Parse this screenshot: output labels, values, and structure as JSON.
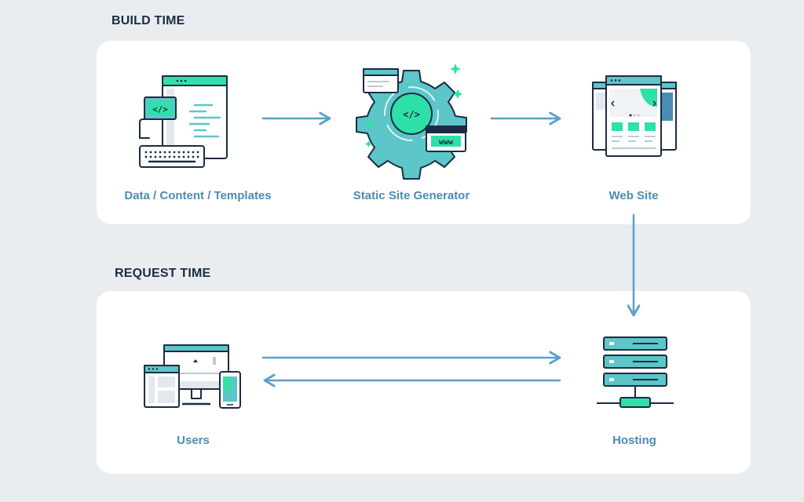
{
  "sections": {
    "build_time": "BUILD TIME",
    "request_time": "REQUEST TIME"
  },
  "nodes": {
    "data": "Data / Content / Templates",
    "ssg": "Static Site Generator",
    "website": "Web Site",
    "users": "Users",
    "hosting": "Hosting"
  },
  "icons": {
    "data": "code-editor-keyboard-icon",
    "ssg": "gear-code-www-icon",
    "website": "browser-windows-icon",
    "users": "multi-device-icon",
    "hosting": "server-stack-icon"
  },
  "colors": {
    "background": "#e9edf0",
    "panel": "#ffffff",
    "heading": "#1b2c44",
    "label": "#4a8db3",
    "arrow": "#5aa0c8",
    "outline": "#1b2c44",
    "accent_green": "#2fe0a8",
    "accent_teal": "#5cc6c9"
  },
  "ssg_badge": "www"
}
